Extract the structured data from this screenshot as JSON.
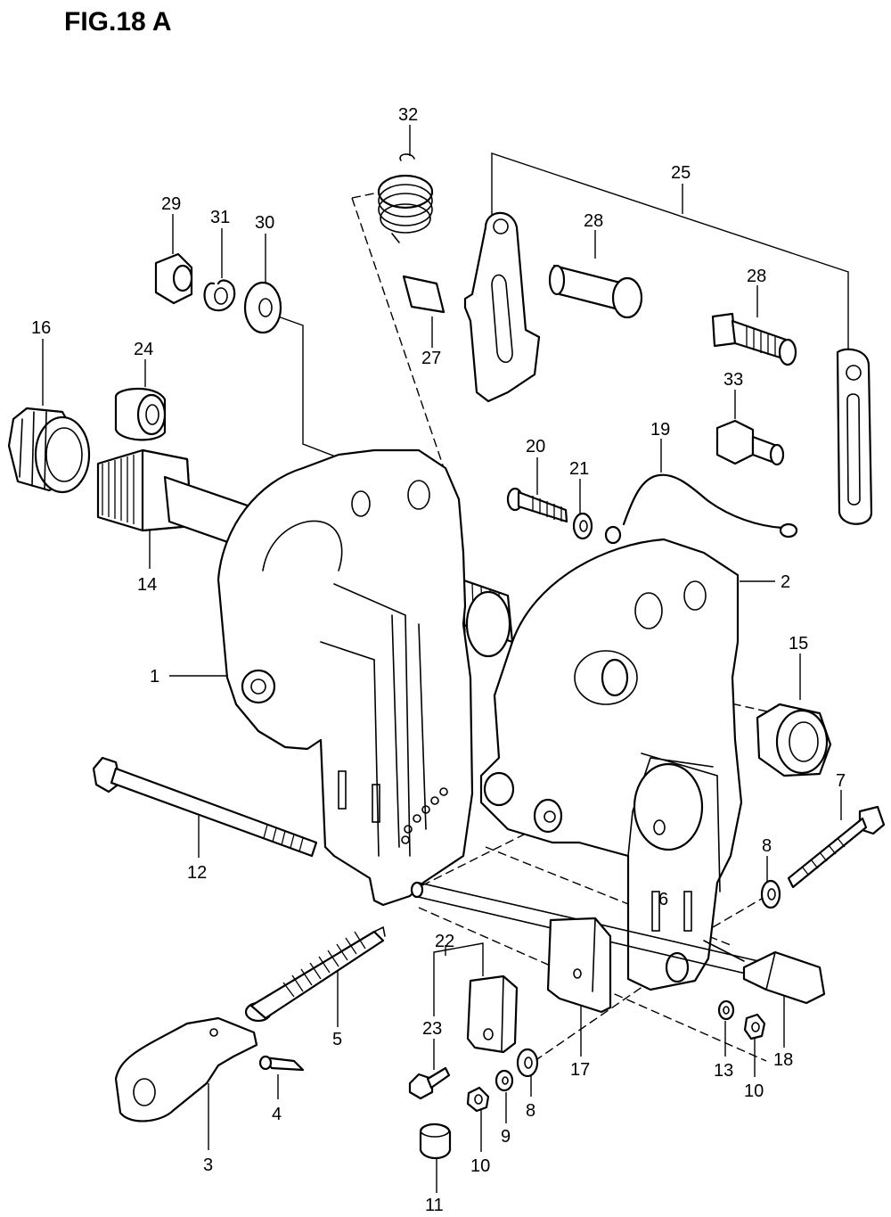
{
  "figure": {
    "title": "FIG.18 A"
  },
  "callouts": [
    {
      "id": "c32",
      "label": "32"
    },
    {
      "id": "c25",
      "label": "25"
    },
    {
      "id": "c29",
      "label": "29"
    },
    {
      "id": "c31",
      "label": "31"
    },
    {
      "id": "c30",
      "label": "30"
    },
    {
      "id": "c28a",
      "label": "28"
    },
    {
      "id": "c28b",
      "label": "28"
    },
    {
      "id": "c27",
      "label": "27"
    },
    {
      "id": "c16",
      "label": "16"
    },
    {
      "id": "c24",
      "label": "24"
    },
    {
      "id": "c33",
      "label": "33"
    },
    {
      "id": "c20",
      "label": "20"
    },
    {
      "id": "c21",
      "label": "21"
    },
    {
      "id": "c19",
      "label": "19"
    },
    {
      "id": "c14",
      "label": "14"
    },
    {
      "id": "c2",
      "label": "2"
    },
    {
      "id": "c15",
      "label": "15"
    },
    {
      "id": "c1",
      "label": "1"
    },
    {
      "id": "c7",
      "label": "7"
    },
    {
      "id": "c12",
      "label": "12"
    },
    {
      "id": "c8a",
      "label": "8"
    },
    {
      "id": "c6",
      "label": "6"
    },
    {
      "id": "c22",
      "label": "22"
    },
    {
      "id": "c23",
      "label": "23"
    },
    {
      "id": "c5",
      "label": "5"
    },
    {
      "id": "c17",
      "label": "17"
    },
    {
      "id": "c13",
      "label": "13"
    },
    {
      "id": "c18",
      "label": "18"
    },
    {
      "id": "c10a",
      "label": "10"
    },
    {
      "id": "c4",
      "label": "4"
    },
    {
      "id": "c3",
      "label": "3"
    },
    {
      "id": "c8b",
      "label": "8"
    },
    {
      "id": "c9",
      "label": "9"
    },
    {
      "id": "c10b",
      "label": "10"
    },
    {
      "id": "c11",
      "label": "11"
    }
  ]
}
